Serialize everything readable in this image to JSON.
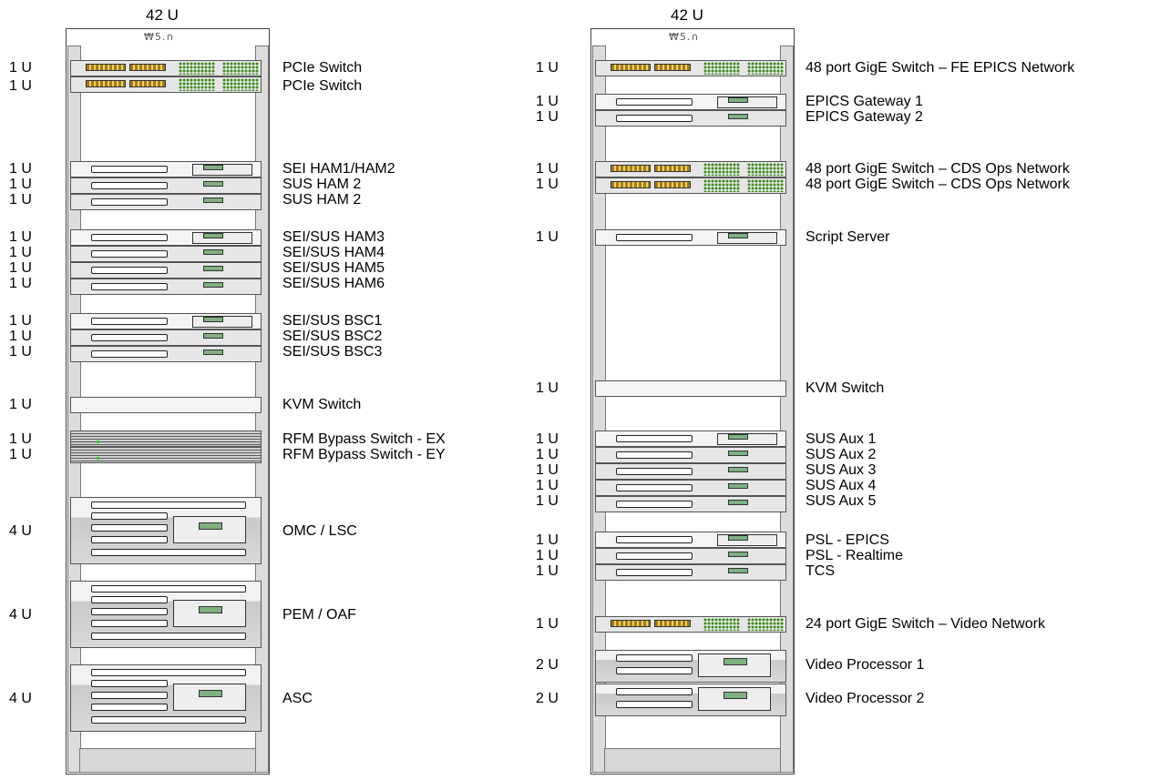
{
  "racks": [
    {
      "title": "42 U",
      "brand": "₩5.∩",
      "rows": [
        {
          "size": "1 U",
          "label": "PCIe Switch"
        },
        {
          "size": "1 U",
          "label": "PCIe Switch"
        },
        {
          "size": "1 U",
          "label": "SEI HAM1/HAM2"
        },
        {
          "size": "1 U",
          "label": "SUS HAM 2"
        },
        {
          "size": "1 U",
          "label": "SUS HAM 2"
        },
        {
          "size": "1 U",
          "label": "SEI/SUS HAM3"
        },
        {
          "size": "1 U",
          "label": "SEI/SUS HAM4"
        },
        {
          "size": "1 U",
          "label": "SEI/SUS HAM5"
        },
        {
          "size": "1 U",
          "label": "SEI/SUS HAM6"
        },
        {
          "size": "1 U",
          "label": "SEI/SUS BSC1"
        },
        {
          "size": "1 U",
          "label": "SEI/SUS BSC2"
        },
        {
          "size": "1 U",
          "label": "SEI/SUS BSC3"
        },
        {
          "size": "1 U",
          "label": "KVM Switch"
        },
        {
          "size": "1 U",
          "label": "RFM Bypass Switch - EX"
        },
        {
          "size": "1 U",
          "label": "RFM Bypass Switch - EY"
        },
        {
          "size": "4 U",
          "label": "OMC / LSC"
        },
        {
          "size": "4 U",
          "label": "PEM / OAF"
        },
        {
          "size": "4 U",
          "label": "ASC"
        }
      ]
    },
    {
      "title": "42 U",
      "brand": "₩5.∩",
      "rows": [
        {
          "size": "1 U",
          "label": "48 port GigE Switch – FE EPICS Network"
        },
        {
          "size": "1 U",
          "label": "EPICS Gateway 1"
        },
        {
          "size": "1 U",
          "label": "EPICS Gateway 2"
        },
        {
          "size": "1 U",
          "label": "48 port GigE Switch – CDS Ops Network"
        },
        {
          "size": "1 U",
          "label": "48 port GigE Switch – CDS Ops Network"
        },
        {
          "size": "1 U",
          "label": "Script Server"
        },
        {
          "size": "1 U",
          "label": "KVM Switch"
        },
        {
          "size": "1 U",
          "label": "SUS Aux 1"
        },
        {
          "size": "1 U",
          "label": "SUS Aux 2"
        },
        {
          "size": "1 U",
          "label": "SUS Aux 3"
        },
        {
          "size": "1 U",
          "label": "SUS Aux 4"
        },
        {
          "size": "1 U",
          "label": "SUS Aux 5"
        },
        {
          "size": "1 U",
          "label": "PSL - EPICS"
        },
        {
          "size": "1 U",
          "label": "PSL - Realtime"
        },
        {
          "size": "1 U",
          "label": "TCS"
        },
        {
          "size": "1 U",
          "label": "24 port GigE Switch – Video Network"
        },
        {
          "size": "2 U",
          "label": "Video Processor 1"
        },
        {
          "size": "2 U",
          "label": "Video Processor 2"
        }
      ]
    }
  ]
}
